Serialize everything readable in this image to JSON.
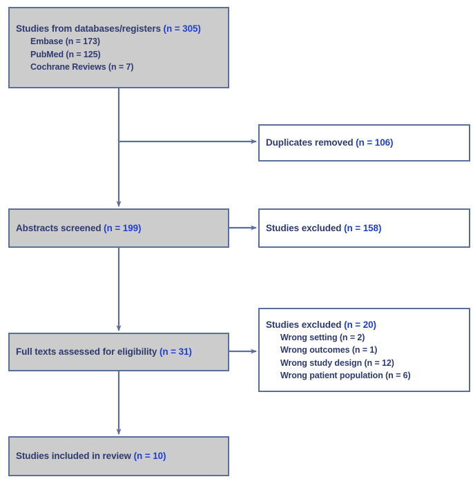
{
  "chart_data": {
    "type": "diagram",
    "title": "PRISMA study selection flow diagram",
    "nodes": [
      {
        "id": "identification",
        "label": "Studies from databases/registers",
        "count": "(n = 305)",
        "n": 305,
        "fill": "#cccccc",
        "sub_items": [
          "Embase (n = 173)",
          "PubMed (n = 125)",
          "Cochrane Reviews (n = 7)"
        ]
      },
      {
        "id": "duplicates",
        "label": "Duplicates removed",
        "count": "(n = 106)",
        "n": 106,
        "fill": "#ffffff",
        "sub_items": []
      },
      {
        "id": "screened",
        "label": "Abstracts screened",
        "count": "(n = 199)",
        "n": 199,
        "fill": "#cccccc",
        "sub_items": []
      },
      {
        "id": "excluded_abstracts",
        "label": "Studies excluded",
        "count": "(n = 158)",
        "n": 158,
        "fill": "#ffffff",
        "sub_items": []
      },
      {
        "id": "fulltext",
        "label": "Full texts assessed for eligibility",
        "count": "(n = 31)",
        "n": 31,
        "fill": "#cccccc",
        "sub_items": []
      },
      {
        "id": "excluded_fulltext",
        "label": "Studies excluded",
        "count": "(n = 20)",
        "n": 20,
        "fill": "#ffffff",
        "sub_items": [
          "Wrong setting (n = 2)",
          "Wrong outcomes (n = 1)",
          "Wrong study design (n = 12)",
          "Wrong patient population (n = 6)"
        ]
      },
      {
        "id": "included",
        "label": "Studies included in review",
        "count": "(n = 10)",
        "n": 10,
        "fill": "#cccccc",
        "sub_items": []
      }
    ],
    "edges": [
      {
        "from": "identification",
        "to": "duplicates",
        "direction": "right"
      },
      {
        "from": "identification",
        "to": "screened",
        "direction": "down"
      },
      {
        "from": "screened",
        "to": "excluded_abstracts",
        "direction": "right"
      },
      {
        "from": "screened",
        "to": "fulltext",
        "direction": "down"
      },
      {
        "from": "fulltext",
        "to": "excluded_fulltext",
        "direction": "right"
      },
      {
        "from": "fulltext",
        "to": "included",
        "direction": "down"
      }
    ],
    "colors": {
      "box_border": "#5b6e97",
      "box_fill_primary": "#cccccc",
      "box_fill_secondary": "#ffffff",
      "label_text": "#2e3a6e",
      "count_text": "#1f3fd0",
      "connector": "#5b6e97"
    }
  },
  "identification": {
    "label": "Studies from databases/registers",
    "count": "(n = 305)",
    "sub": {
      "embase": "Embase (n = 173)",
      "pubmed": "PubMed (n = 125)",
      "cochrane": "Cochrane Reviews (n = 7)"
    }
  },
  "duplicates": {
    "label": "Duplicates removed",
    "count": "(n = 106)"
  },
  "screened": {
    "label": "Abstracts screened",
    "count": "(n = 199)"
  },
  "excluded_abstracts": {
    "label": "Studies excluded",
    "count": "(n = 158)"
  },
  "fulltext": {
    "label": "Full texts assessed for eligibility",
    "count": "(n = 31)"
  },
  "excluded_fulltext": {
    "label": "Studies excluded",
    "count": "(n = 20)",
    "sub": {
      "setting": "Wrong setting (n = 2)",
      "outcomes": "Wrong outcomes (n = 1)",
      "design": "Wrong study design (n = 12)",
      "population": "Wrong patient population (n = 6)"
    }
  },
  "included": {
    "label": "Studies included in review",
    "count": "(n = 10)"
  }
}
